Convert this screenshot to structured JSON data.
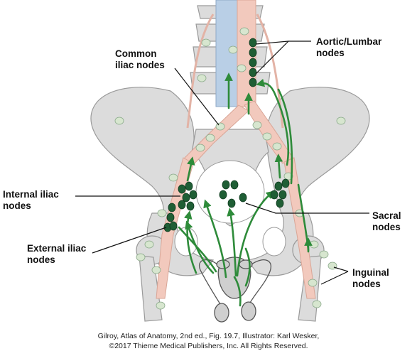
{
  "labels": {
    "aortic": [
      "Aortic/Lumbar",
      "nodes"
    ],
    "common_iliac": [
      "Common",
      "iliac nodes"
    ],
    "internal_iliac": [
      "Internal iliac",
      "nodes"
    ],
    "sacral": [
      "Sacral",
      "nodes"
    ],
    "external_iliac": [
      "External iliac",
      "nodes"
    ],
    "inguinal": [
      "Inguinal",
      "nodes"
    ]
  },
  "caption": [
    "Gilroy, Atlas of Anatomy, 2nd ed., Fig. 19.7, Illustrator: Karl Wesker,",
    "©2017 Thieme Medical Publishers, Inc. All Rights Reserved."
  ],
  "colors": {
    "bone": "#d9d9d9",
    "bone_outline": "#9a9a9a",
    "artery": "#f2c9bd",
    "vein": "#b9cfe6",
    "lymph_vessel": "#2e8b3a",
    "node_dark": "#1f5e35",
    "node_light": "#d7e6cf",
    "organ": "#cfcfcf"
  }
}
